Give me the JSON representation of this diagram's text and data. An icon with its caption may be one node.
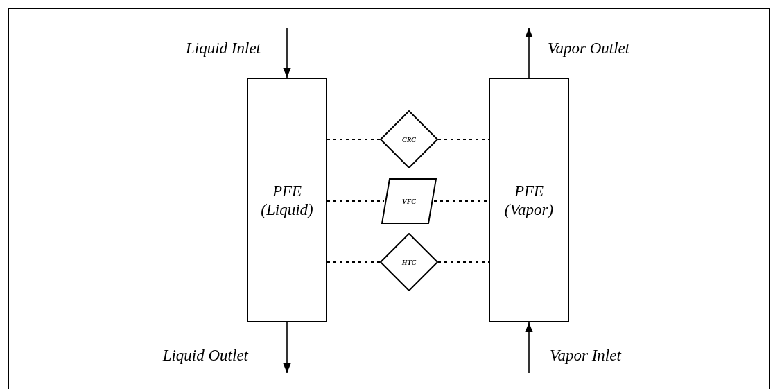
{
  "diagram": {
    "nodes": [
      {
        "text": [
          "PFE (Liquid)"
        ]
      },
      {
        "text": [
          "PFE (Vapor)"
        ]
      },
      {
        "text": [
          "CRC"
        ]
      },
      {
        "text": [
          "VFC"
        ]
      },
      {
        "text": [
          "HTC"
        ]
      }
    ],
    "edges": [
      {
        "from": null,
        "to": 0,
        "arrow": "to",
        "label": "Liquid Inlet"
      },
      {
        "from": 0,
        "to": null,
        "arrow": "to",
        "label": "Liquid Outlet"
      },
      {
        "from": 1,
        "to": null,
        "arrow": "to",
        "label": "Vapor Outlet"
      },
      {
        "from": null,
        "to": 1,
        "arrow": "to",
        "label": "Vapor Inlet"
      },
      {
        "from": 0,
        "to": 2,
        "arrow": "none",
        "style": "dashed"
      },
      {
        "from": 2,
        "to": 1,
        "arrow": "none",
        "style": "dashed"
      },
      {
        "from": 0,
        "to": 3,
        "arrow": "none",
        "style": "dashed"
      },
      {
        "from": 3,
        "to": 1,
        "arrow": "none",
        "style": "dashed"
      },
      {
        "from": 0,
        "to": 4,
        "arrow": "none",
        "style": "dashed"
      },
      {
        "from": 4,
        "to": 1,
        "arrow": "none",
        "style": "dashed"
      }
    ]
  }
}
